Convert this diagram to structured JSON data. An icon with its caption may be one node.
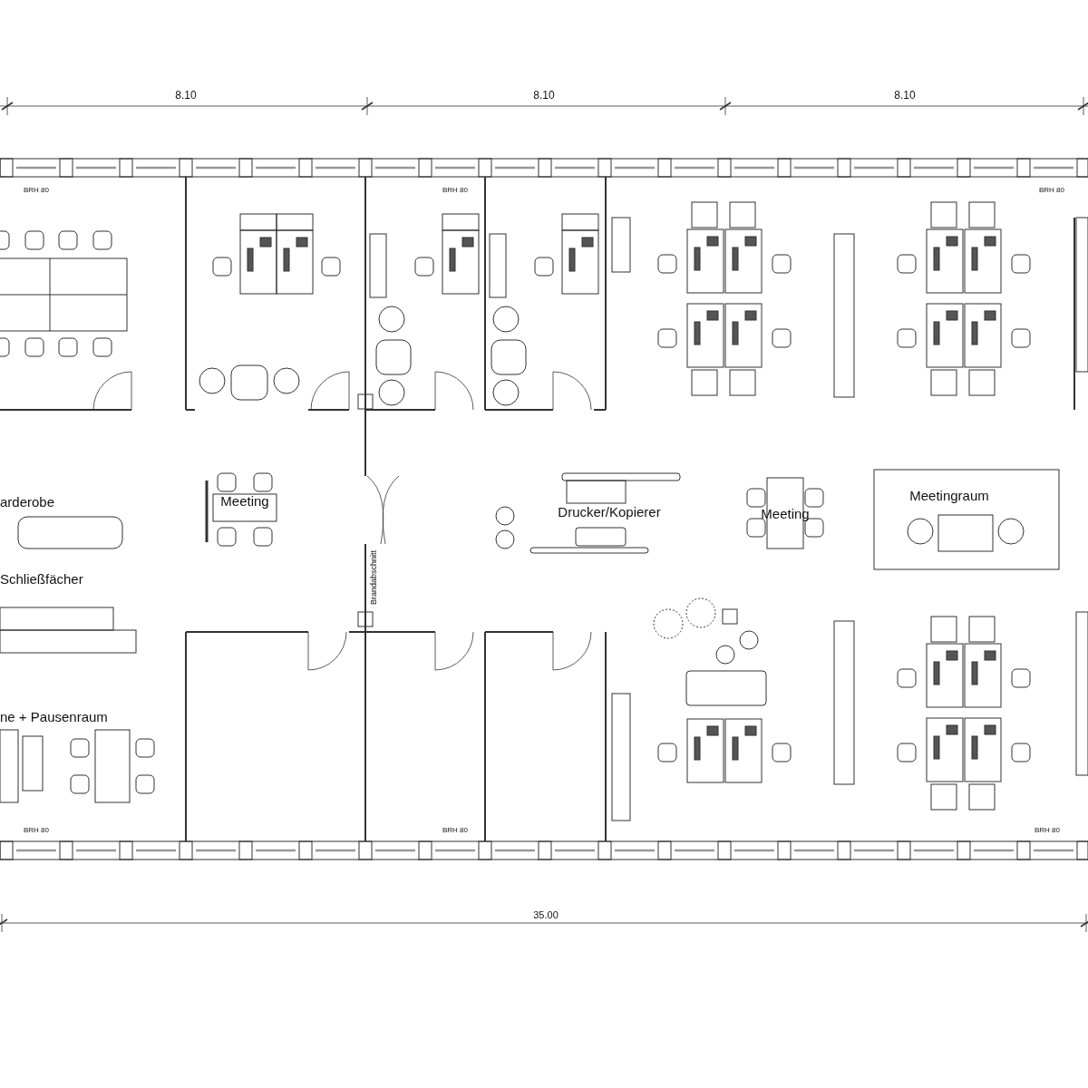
{
  "diagram": {
    "labels": [
      "8.10",
      "8.10",
      "8.10",
      "BRH 80",
      "BRH 80",
      "BRH 80",
      "arderobe",
      "Meeting",
      "Drucker/Kopierer",
      "Meeting",
      "Meetingraum",
      "Brandabschnitt",
      "Schließfächer",
      "ne + Pausenraum",
      "BRH 80",
      "BRH 80",
      "BRH 80",
      "35.00"
    ]
  }
}
